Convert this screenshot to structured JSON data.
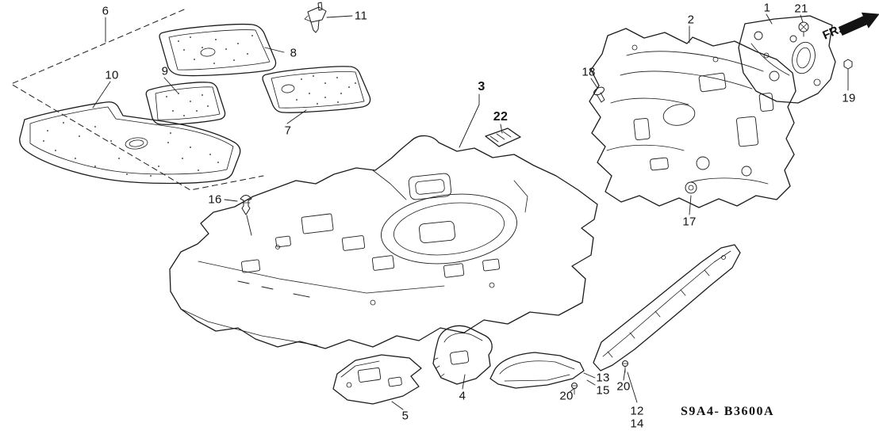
{
  "diagram": {
    "code": "S9A4- B3600A",
    "direction_label": "FR.",
    "callouts": {
      "n1": "1",
      "n2": "2",
      "n3": "3",
      "n4": "4",
      "n5": "5",
      "n6": "6",
      "n7": "7",
      "n8": "8",
      "n9": "9",
      "n10": "10",
      "n11": "11",
      "n12": "12",
      "n13": "13",
      "n14": "14",
      "n15": "15",
      "n16": "16",
      "n17": "17",
      "n18": "18",
      "n19": "19",
      "n20a": "20",
      "n20b": "20",
      "n21": "21",
      "n22": "22"
    }
  }
}
